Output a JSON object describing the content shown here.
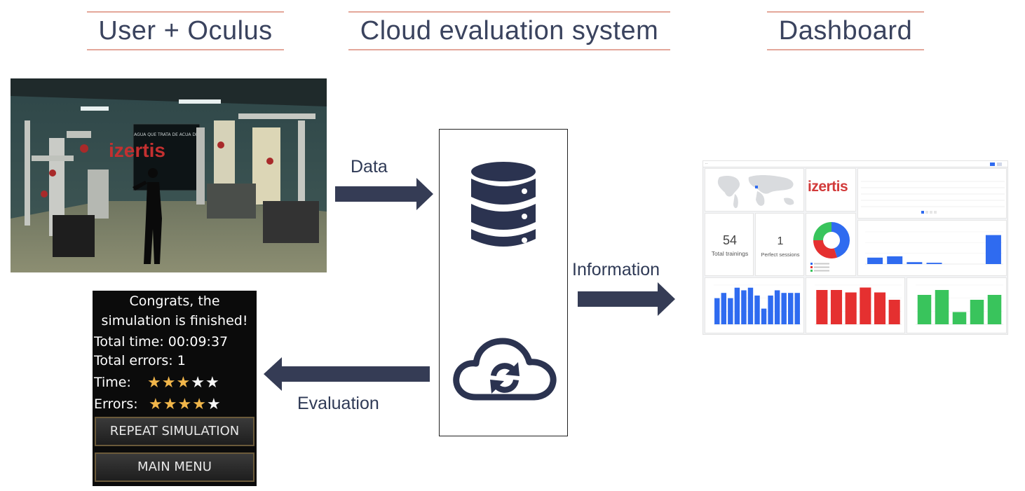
{
  "headings": {
    "user": "User + Oculus",
    "cloud": "Cloud evaluation system",
    "dashboard": "Dashboard"
  },
  "flows": {
    "data": "Data",
    "information": "Information",
    "evaluation": "Evaluation"
  },
  "vr_scene": {
    "brand": "izertis",
    "board_text": "AGUA QUE TRATA DE ACUA DE"
  },
  "results": {
    "title_line1": "Congrats, the",
    "title_line2": "simulation is finished!",
    "total_time_label": "Total time:",
    "total_time_value": "00:09:37",
    "total_errors_label": "Total errors:",
    "total_errors_value": "1",
    "time_label": "Time:",
    "time_stars": 3,
    "errors_label": "Errors:",
    "errors_stars": 4,
    "max_stars": 5,
    "repeat_button": "REPEAT SIMULATION",
    "main_menu_button": "MAIN MENU",
    "star_on_color": "#f1b64a",
    "star_off_color": "#f5f5f5"
  },
  "cloud_icons": [
    "database-icon",
    "cloud-sync-icon"
  ],
  "dashboard": {
    "brand": "izertis",
    "total_trainings_value": "54",
    "total_trainings_label": "Total trainings",
    "perfect_sessions_value": "1",
    "perfect_sessions_label": "Perfect sessions",
    "donut_values": [
      45,
      30,
      25
    ],
    "donut_colors": [
      "#2f6bf0",
      "#e53030",
      "#39c45c"
    ],
    "sessions_by_day": [
      10,
      12,
      3,
      2,
      0,
      0,
      45
    ],
    "chart_blue": [
      50,
      60,
      50,
      70,
      65,
      70,
      55,
      30,
      55,
      65,
      60,
      60,
      60
    ],
    "chart_red": [
      70,
      70,
      65,
      75,
      65,
      50
    ],
    "chart_green": [
      60,
      70,
      25,
      50,
      60
    ],
    "colors": {
      "blue": "#2f6bf0",
      "red": "#e53030",
      "green": "#39c45c"
    }
  },
  "colors": {
    "arrow": "#353c55",
    "heading_rule": "#e4a79a",
    "icon": "#2b3350"
  }
}
